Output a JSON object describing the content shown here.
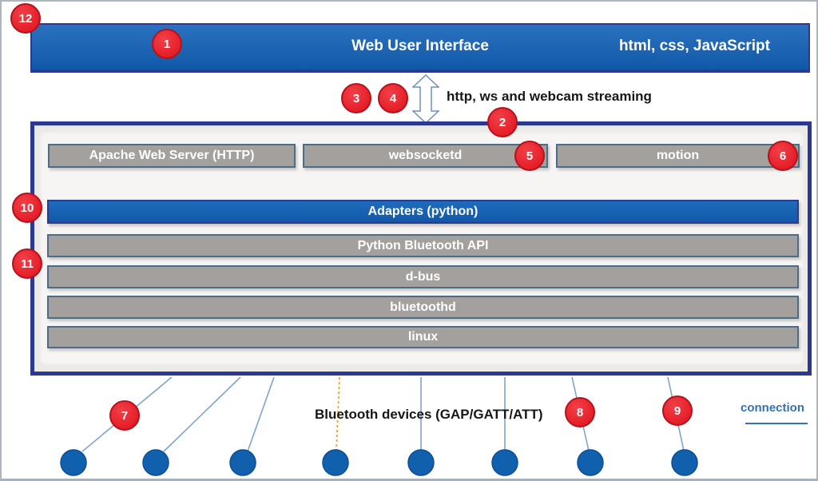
{
  "colors": {
    "blue": "#185eb2",
    "navy": "#2b3990",
    "gray-bar": "#a3a09d",
    "bar-border": "#4a6d8c",
    "red": "#e8232d",
    "red-border": "#b5121b",
    "line-blue": "#7fa3cf",
    "line-orange": "#e8a33c",
    "dot-blue": "#1160ae",
    "connection-blue": "#3572b0"
  },
  "header": {
    "title": "Web User Interface",
    "tech": "html, css, JavaScript"
  },
  "arrow": {
    "label": "http, ws and webcam streaming"
  },
  "services": [
    "Apache Web Server (HTTP)",
    "websocketd",
    "motion"
  ],
  "stack": [
    "Adapters (python)",
    "Python Bluetooth API",
    "d-bus",
    "bluetoothd",
    "linux"
  ],
  "bottom": {
    "devices_label": "Bluetooth devices (GAP/GATT/ATT)",
    "connection_label": "connection"
  },
  "markers": [
    "1",
    "2",
    "3",
    "4",
    "5",
    "6",
    "7",
    "8",
    "9",
    "10",
    "11",
    "12"
  ]
}
